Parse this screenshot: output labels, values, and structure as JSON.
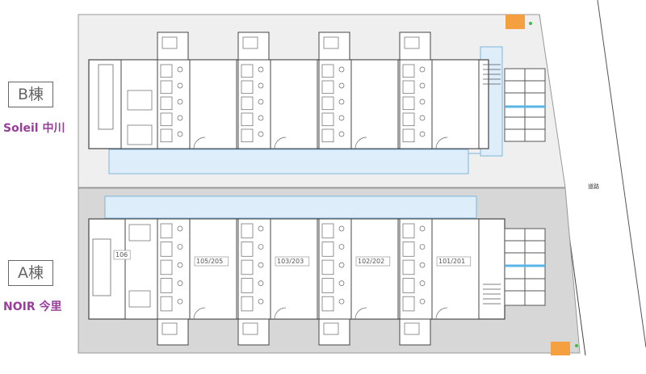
{
  "buildings": {
    "b": {
      "label": "B棟",
      "name": "Soleil 中川"
    },
    "a": {
      "label": "A棟",
      "name": "NOIR 今里"
    }
  },
  "road_label": "道路",
  "rooms_a": [
    "106",
    "105/205",
    "103/203",
    "102/202",
    "101/201"
  ],
  "colors": {
    "building_b_ground": "#efefef",
    "building_a_ground": "#d7d7d7",
    "corridor": "#ddeefa",
    "parking_marker": "#5ab4e6",
    "orange_marker": "#f5a040",
    "green_marker": "#44bb44",
    "line": "#444444",
    "label_purple": "#9a3d9a"
  }
}
